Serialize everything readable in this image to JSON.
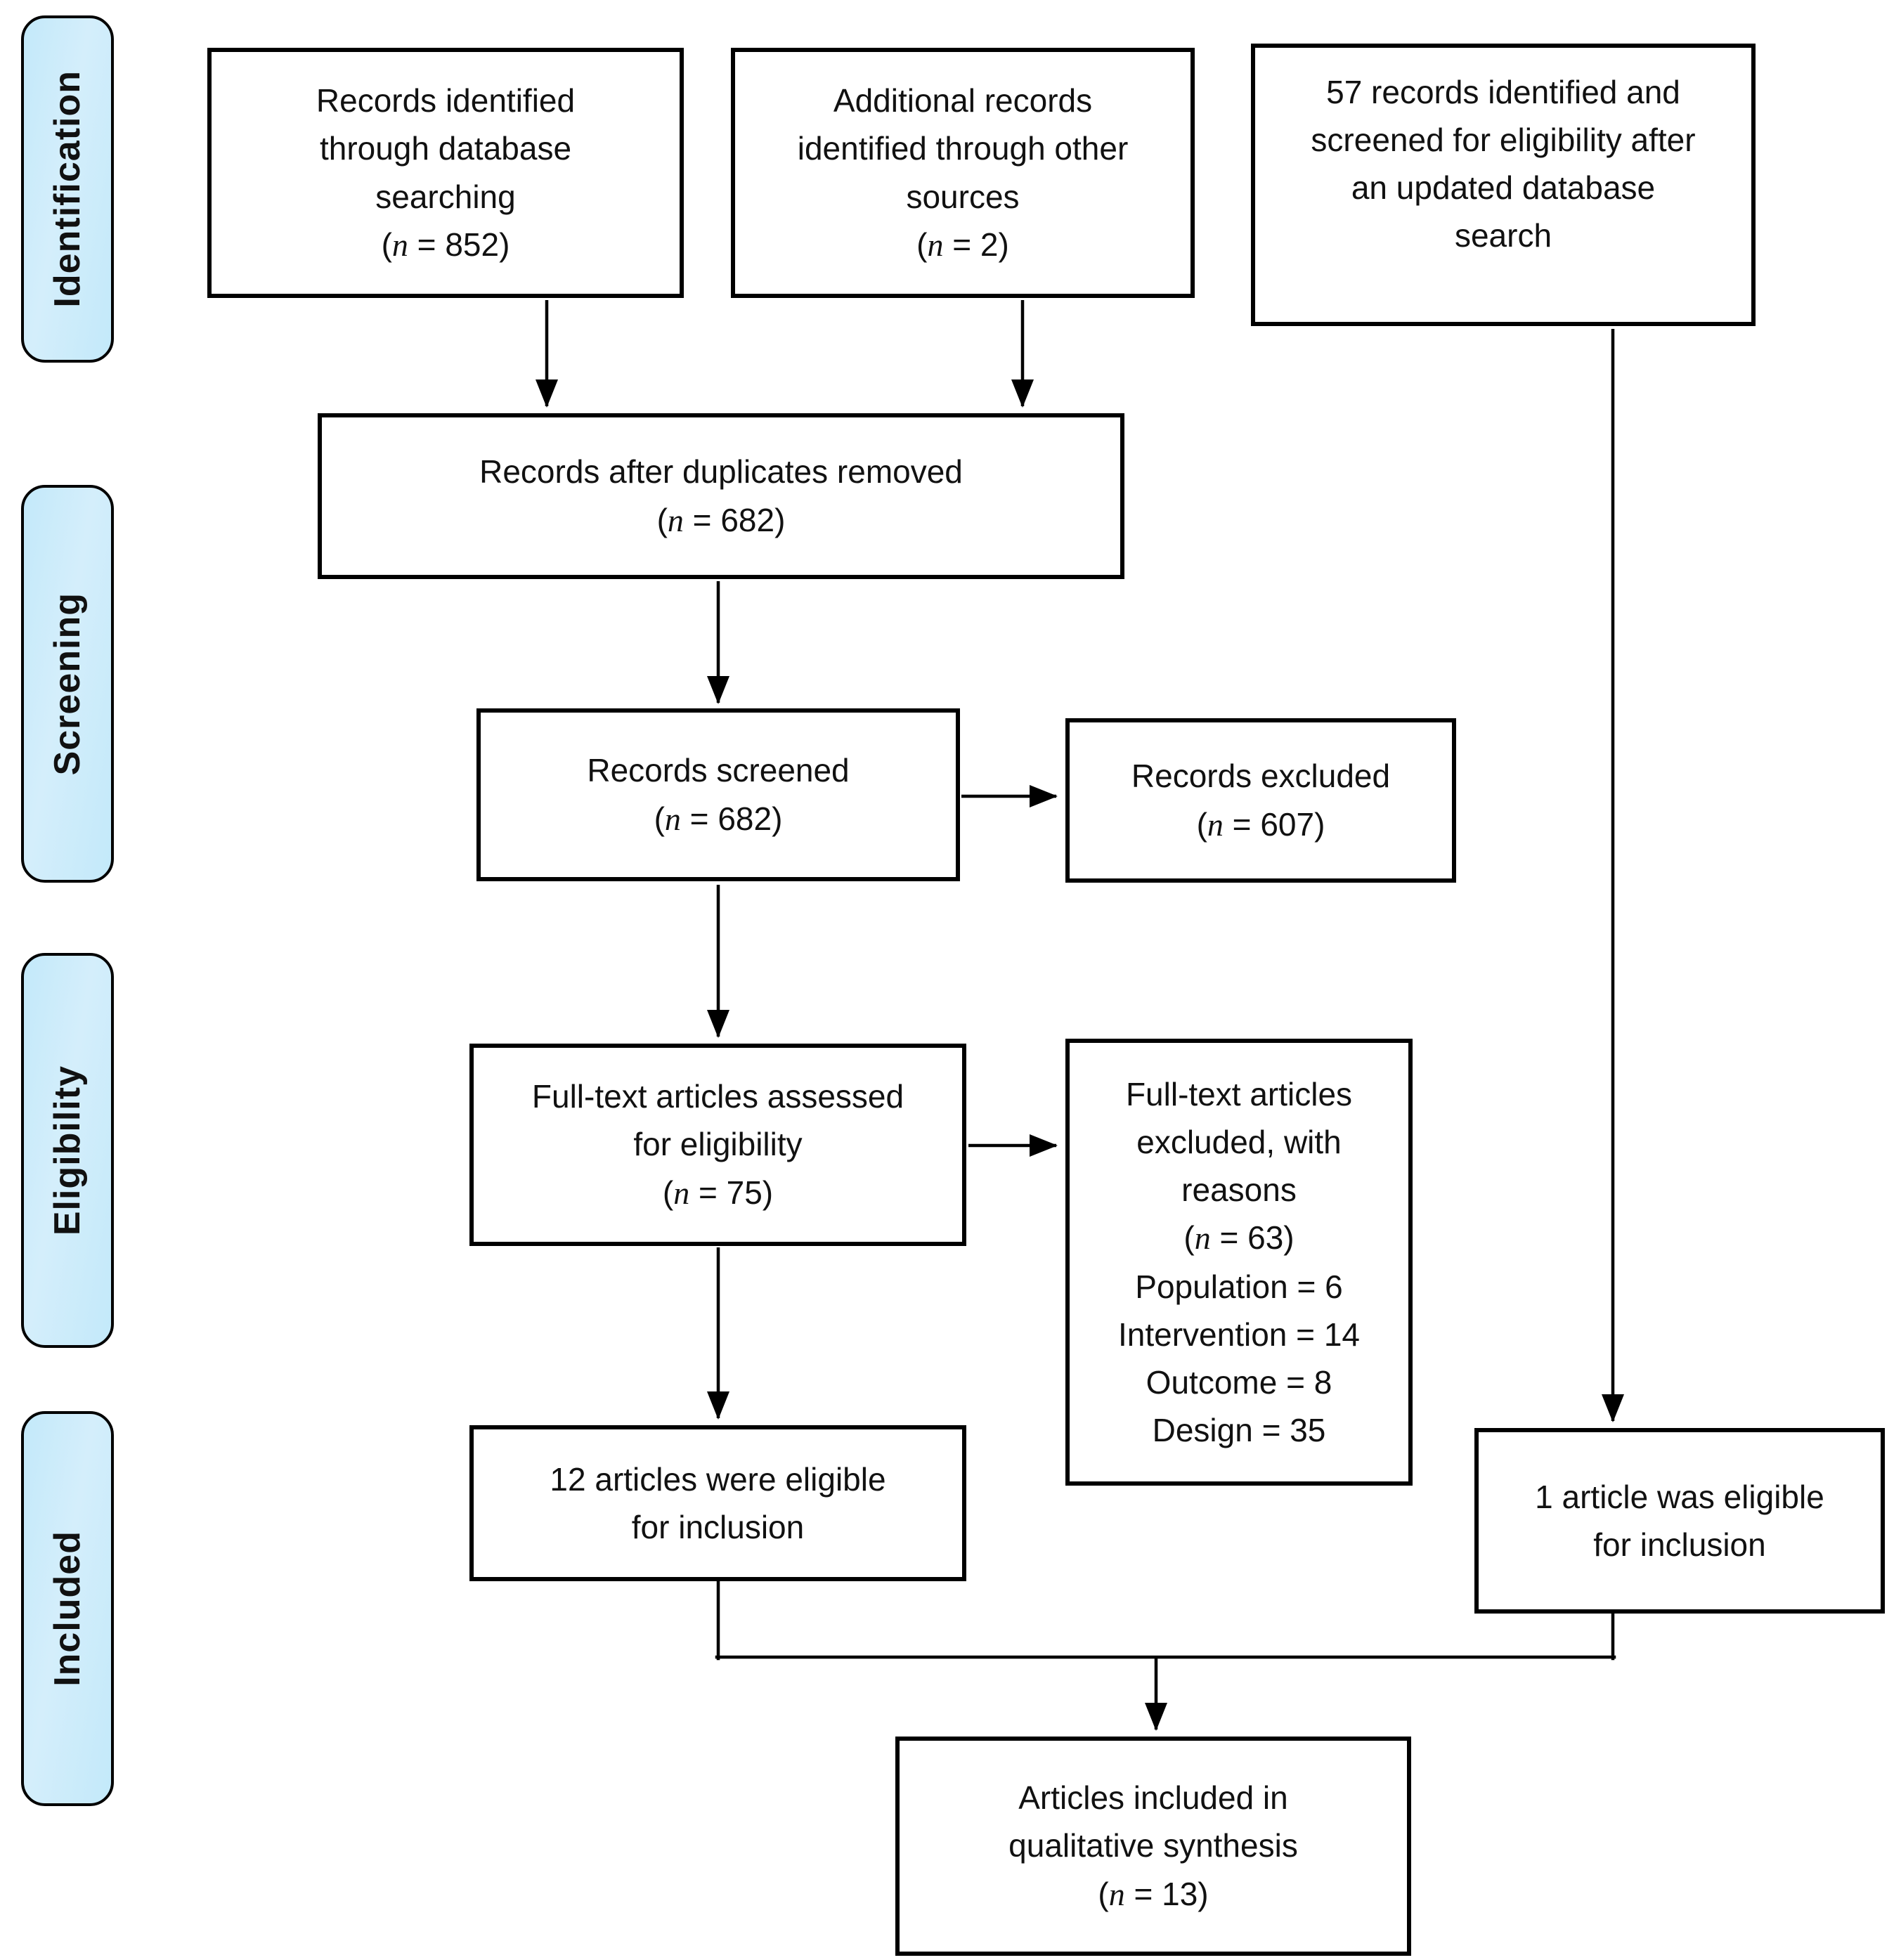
{
  "stages": [
    {
      "key": "identification",
      "label": "Identification"
    },
    {
      "key": "screening",
      "label": "Screening"
    },
    {
      "key": "eligibility",
      "label": "Eligibility"
    },
    {
      "key": "included",
      "label": "Included"
    }
  ],
  "boxes": {
    "records_identified": {
      "lines": [
        "Records identified",
        "through database",
        "searching",
        "(n = 852)"
      ]
    },
    "additional_records": {
      "lines": [
        "Additional records",
        "identified through other",
        "sources",
        "(n = 2)"
      ]
    },
    "updated_search": {
      "lines": [
        "57 records identified and",
        "screened for eligibility after",
        "an updated database",
        "search"
      ]
    },
    "duplicates_removed": {
      "lines": [
        "Records after duplicates removed",
        "(n = 682)"
      ]
    },
    "records_screened": {
      "lines": [
        "Records screened",
        "(n = 682)"
      ]
    },
    "records_excluded": {
      "lines": [
        "Records excluded",
        "(n = 607)"
      ]
    },
    "fulltext_assessed": {
      "lines": [
        "Full-text articles assessed",
        "for eligibility",
        "(n = 75)"
      ]
    },
    "fulltext_excluded": {
      "lines": [
        "Full-text articles",
        "excluded, with",
        "reasons",
        "(n = 63)",
        "Population = 6",
        "Intervention = 14",
        "Outcome = 8",
        "Design = 35"
      ]
    },
    "eligible_12": {
      "lines": [
        "12 articles were eligible",
        "for inclusion"
      ]
    },
    "eligible_1": {
      "lines": [
        "1 article was eligible",
        "for inclusion"
      ]
    },
    "included_qualitative": {
      "lines": [
        "Articles included in",
        "qualitative synthesis",
        "(n = 13)"
      ]
    }
  },
  "connections": [
    {
      "from": "records-identified",
      "to": "duplicates-removed"
    },
    {
      "from": "additional-records",
      "to": "duplicates-removed"
    },
    {
      "from": "duplicates-removed",
      "to": "records-screened"
    },
    {
      "from": "records-screened",
      "to": "records-excluded"
    },
    {
      "from": "records-screened",
      "to": "fulltext-assessed"
    },
    {
      "from": "fulltext-assessed",
      "to": "fulltext-excluded"
    },
    {
      "from": "fulltext-assessed",
      "to": "eligible-12"
    },
    {
      "from": "updated-search",
      "to": "eligible-1"
    },
    {
      "from": "eligible-12",
      "to": "included-qualitative"
    },
    {
      "from": "eligible-1",
      "to": "included-qualitative"
    }
  ],
  "colors": {
    "stage_fill": "#c3e9fa",
    "stage_fill_2": "#d4eefb",
    "stage_border": "#000000",
    "box_fill": "#ffffff",
    "box_border": "#000000",
    "arrow": "#000000",
    "text": "#111111",
    "background": "#ffffff"
  }
}
